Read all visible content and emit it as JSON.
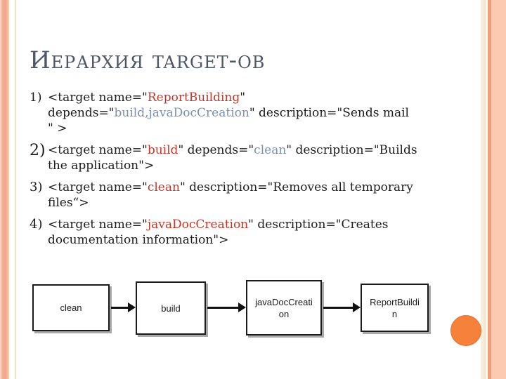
{
  "slide": {
    "title": "Иерархия target-ов"
  },
  "list": {
    "items": [
      {
        "number": "1)",
        "lines": [
          [
            {
              "t": "<target name=\"",
              "c": "plain"
            },
            {
              "t": "ReportBuilding",
              "c": "red"
            },
            {
              "t": "\"",
              "c": "plain"
            }
          ],
          [
            {
              "t": "depends=\"",
              "c": "plain"
            },
            {
              "t": "build,javaDocCreation",
              "c": "blue"
            },
            {
              "t": "\" description=\"Sends mail",
              "c": "plain"
            }
          ],
          [
            {
              "t": "\" >",
              "c": "plain"
            }
          ]
        ]
      },
      {
        "number": "2)",
        "lines": [
          [
            {
              "t": "<target name=\"",
              "c": "plain"
            },
            {
              "t": "build",
              "c": "red"
            },
            {
              "t": "\" depends=\"",
              "c": "plain"
            },
            {
              "t": "clean",
              "c": "blue"
            },
            {
              "t": "\" description=\"Builds",
              "c": "plain"
            }
          ],
          [
            {
              "t": "the application\">",
              "c": "plain"
            }
          ]
        ]
      },
      {
        "number": "3)",
        "lines": [
          [
            {
              "t": "<target name=\"",
              "c": "plain"
            },
            {
              "t": "clean",
              "c": "red"
            },
            {
              "t": "\" description=\"Removes all temporary",
              "c": "plain"
            }
          ],
          [
            {
              "t": "files“>",
              "c": "plain"
            }
          ]
        ]
      },
      {
        "number": "4)",
        "lines": [
          [
            {
              "t": "<target name=\"",
              "c": "plain"
            },
            {
              "t": "javaDocCreation",
              "c": "red"
            },
            {
              "t": "\" description=\"Creates",
              "c": "plain"
            }
          ],
          [
            {
              "t": "documentation information\">",
              "c": "plain"
            }
          ]
        ]
      }
    ]
  },
  "flow": {
    "nodes": [
      {
        "label": "clean",
        "lines": [
          "clean"
        ]
      },
      {
        "label": "build",
        "lines": [
          "build"
        ]
      },
      {
        "label": "javaDocCreation",
        "lines": [
          "javaDocCreati",
          "on"
        ]
      },
      {
        "label": "ReportBuildin",
        "lines": [
          "ReportBuildi",
          "n"
        ]
      }
    ],
    "arrows": [
      {
        "from": "clean",
        "to": "build"
      },
      {
        "from": "build",
        "to": "javaDocCreation"
      },
      {
        "from": "javaDocCreation",
        "to": "ReportBuildin"
      }
    ]
  },
  "colors": {
    "red": "#c2382a",
    "blue": "#7b90b5",
    "title": "#4d5766",
    "orange": "#f5813b"
  }
}
